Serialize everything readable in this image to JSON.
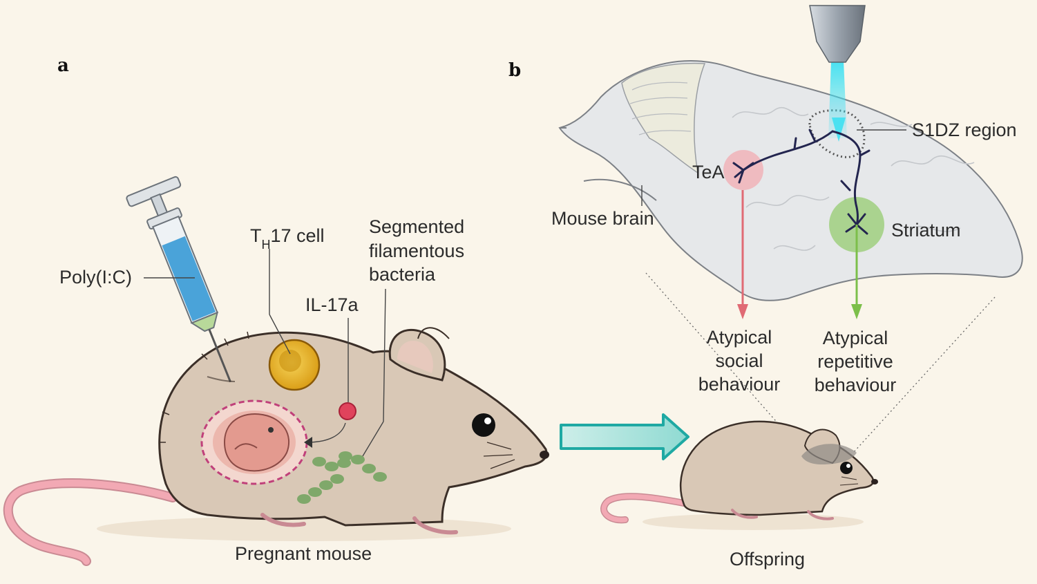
{
  "panels": {
    "a": "a",
    "b": "b"
  },
  "labels": {
    "poly_ic": "Poly(I:C)",
    "th17_t": "T",
    "th17_sub": "H",
    "th17_rest": "17 cell",
    "sfb_line1": "Segmented",
    "sfb_line2": "filamentous",
    "sfb_line3": "bacteria",
    "il17a": "IL-17a",
    "pregnant_mouse": "Pregnant mouse",
    "offspring": "Offspring",
    "mouse_brain": "Mouse brain",
    "tea": "TeA",
    "s1dz": "S1DZ region",
    "striatum": "Striatum",
    "social_1": "Atypical",
    "social_2": "social",
    "social_3": "behaviour",
    "repet_1": "Atypical",
    "repet_2": "repetitive",
    "repet_3": "behaviour"
  },
  "colors": {
    "background": "#faf5ea",
    "mouse_fur": "#d9c8b6",
    "tail_pink": "#f2a9b4",
    "syringe_liquid": "#4aa3d9",
    "th17_cell": "#e7b21e",
    "il17a": "#e0435c",
    "bacteria": "#7fa86a",
    "tea_region": "#f0b3b8",
    "striatum_region": "#9fcf7f",
    "laser": "#4fe3f0",
    "arrow_teal": "#1fa9a3",
    "neuron": "#23254f"
  },
  "icons": {
    "syringe": "syringe-icon",
    "arrow": "transfer-arrow-icon",
    "optical_fiber": "optical-fiber-icon"
  }
}
